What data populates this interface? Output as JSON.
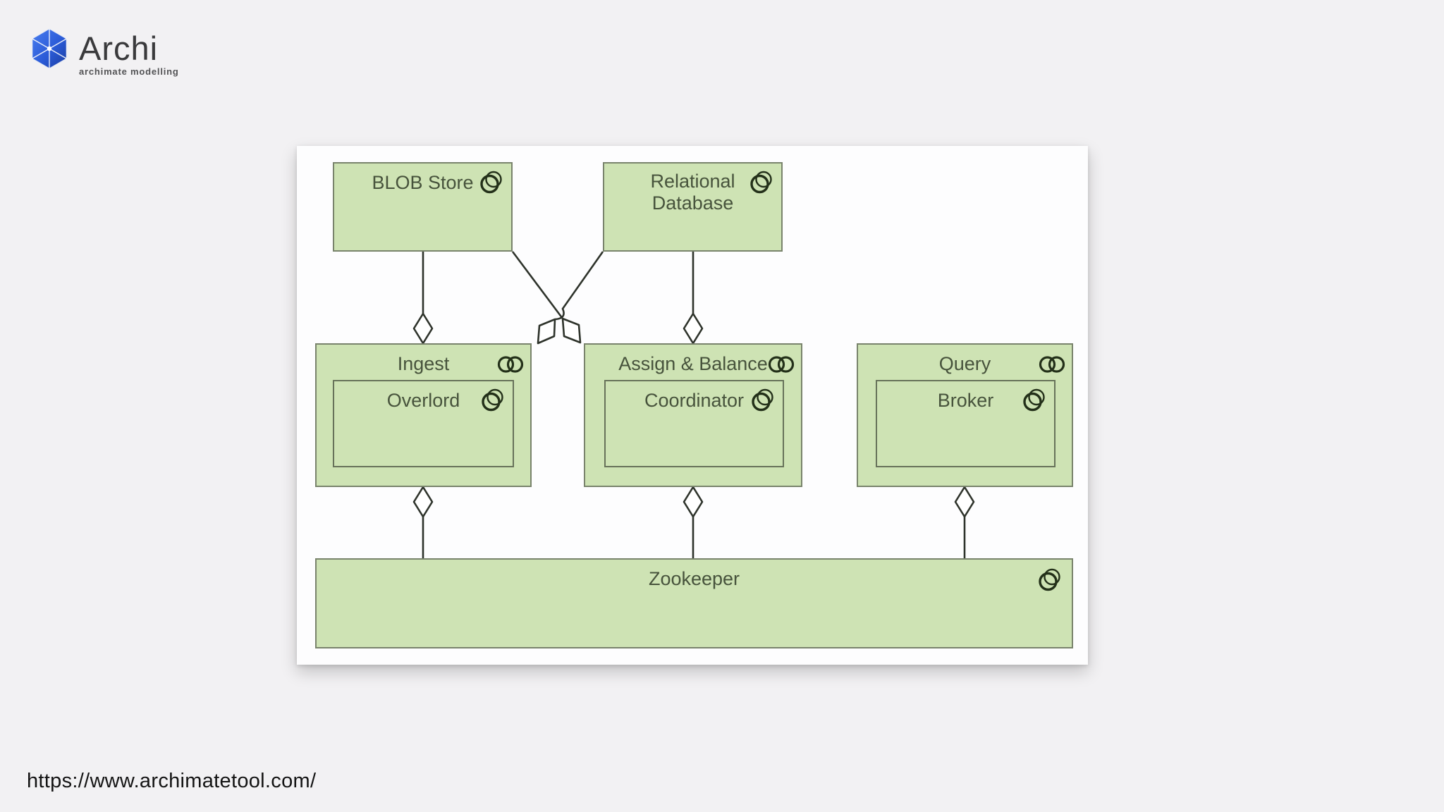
{
  "page": {
    "url_caption": "https://www.archimatetool.com/",
    "background_color": "#f2f1f3",
    "canvas_color": "#fdfdfe"
  },
  "logo": {
    "title": "Archi",
    "subtitle": "archimate modelling",
    "icon": "archi-hexagon-icon",
    "blue": "#2b5bd7"
  },
  "diagram": {
    "elements": {
      "blob_store": {
        "label": "BLOB Store",
        "icon": "sketch-circle-icon"
      },
      "relational_database": {
        "label": "Relational Database",
        "icon": "sketch-circle-icon"
      },
      "ingest": {
        "label": "Ingest",
        "icon": "collaboration-icon"
      },
      "overlord": {
        "label": "Overlord",
        "icon": "sketch-circle-icon",
        "parent": "Ingest"
      },
      "assign_balance": {
        "label": "Assign & Balance",
        "icon": "collaboration-icon"
      },
      "coordinator": {
        "label": "Coordinator",
        "icon": "sketch-circle-icon",
        "parent": "Assign & Balance"
      },
      "query": {
        "label": "Query",
        "icon": "collaboration-icon"
      },
      "broker": {
        "label": "Broker",
        "icon": "sketch-circle-icon",
        "parent": "Query"
      },
      "zookeeper": {
        "label": "Zookeeper",
        "icon": "sketch-circle-icon"
      }
    },
    "relationships": [
      {
        "from": "BLOB Store",
        "to": "Ingest",
        "type": "aggregation"
      },
      {
        "from": "BLOB Store",
        "to": "Assign & Balance",
        "type": "aggregation"
      },
      {
        "from": "Relational Database",
        "to": "Ingest",
        "type": "aggregation"
      },
      {
        "from": "Relational Database",
        "to": "Assign & Balance",
        "type": "aggregation"
      },
      {
        "from": "Ingest",
        "to": "Zookeeper",
        "type": "aggregation"
      },
      {
        "from": "Assign & Balance",
        "to": "Zookeeper",
        "type": "aggregation"
      },
      {
        "from": "Query",
        "to": "Zookeeper",
        "type": "aggregation"
      }
    ],
    "colors": {
      "element_fill": "#cee3b4",
      "element_border": "#79836c",
      "inner_border": "#67725a",
      "label_text": "#47533c",
      "connector": "#2e332b"
    }
  }
}
